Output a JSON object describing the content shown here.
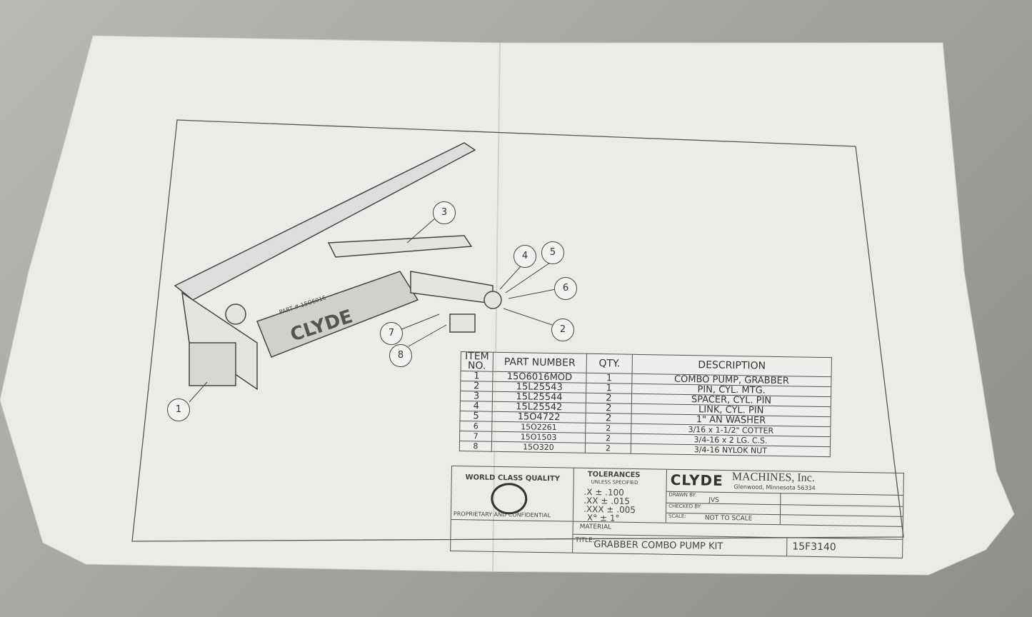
{
  "drawing": {
    "balloons": [
      "1",
      "2",
      "3",
      "4",
      "5",
      "6",
      "7",
      "8"
    ],
    "pump_markings": [
      "CLYDE",
      "PART # 15O6016"
    ]
  },
  "bom": {
    "headers": {
      "item": "ITEM NO.",
      "part": "PART NUMBER",
      "qty": "QTY.",
      "desc": "DESCRIPTION"
    },
    "rows": [
      {
        "item": "1",
        "part": "15O6016MOD",
        "qty": "1",
        "desc": "COMBO PUMP, GRABBER"
      },
      {
        "item": "2",
        "part": "15L25543",
        "qty": "1",
        "desc": "PIN, CYL. MTG."
      },
      {
        "item": "3",
        "part": "15L25544",
        "qty": "2",
        "desc": "SPACER, CYL. PIN"
      },
      {
        "item": "4",
        "part": "15L25542",
        "qty": "2",
        "desc": "LINK, CYL. PIN"
      },
      {
        "item": "5",
        "part": "15O4722",
        "qty": "2",
        "desc": "1\" AN WASHER"
      },
      {
        "item": "6",
        "part": "15O2261",
        "qty": "2",
        "desc": "3/16 x 1-1/2\" COTTER"
      },
      {
        "item": "7",
        "part": "15O1503",
        "qty": "2",
        "desc": "3/4-16 x 2 LG. C.S."
      },
      {
        "item": "8",
        "part": "15O320",
        "qty": "2",
        "desc": "3/4-16 NYLOK NUT"
      }
    ]
  },
  "title_block": {
    "quality_logo": "WORLD CLASS QUALITY",
    "proprietary": "PROPRIETARY AND CONFIDENTIAL",
    "tolerances_title": "TOLERANCES",
    "tolerances_sub": "UNLESS SPECIFIED",
    "tolerances": [
      ".X ± .100",
      ".XX ± .015",
      ".XXX ± .005",
      "X° ± 1°"
    ],
    "company_logo": "CLYDE",
    "company_name": "MACHINES, Inc.",
    "company_address": "Glenwood, Minnesota 56334",
    "drawn_by_label": "DRAWN BY:",
    "drawn_by": "JVS",
    "checked_by_label": "CHECKED BY:",
    "scale_label": "SCALE:",
    "scale": "NOT TO SCALE",
    "material_label": "MATERIAL",
    "title_label": "TITLE:",
    "title": "GRABBER COMBO PUMP KIT",
    "drawing_number": "15F3140"
  }
}
